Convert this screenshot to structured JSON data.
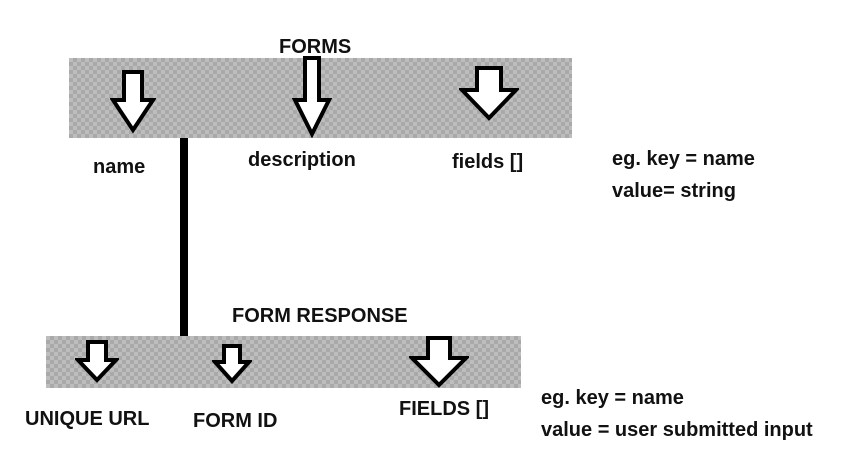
{
  "forms": {
    "title": "FORMS",
    "fields": [
      "name",
      "description",
      "fields []"
    ],
    "note_line1": "eg. key = name",
    "note_line2": "value= string"
  },
  "form_response": {
    "title": "FORM RESPONSE",
    "fields": [
      "UNIQUE URL",
      "FORM ID",
      "FIELDS []"
    ],
    "note_line1": "eg. key = name",
    "note_line2": "value = user submitted input"
  },
  "icons": [
    "down-arrow-icon"
  ]
}
